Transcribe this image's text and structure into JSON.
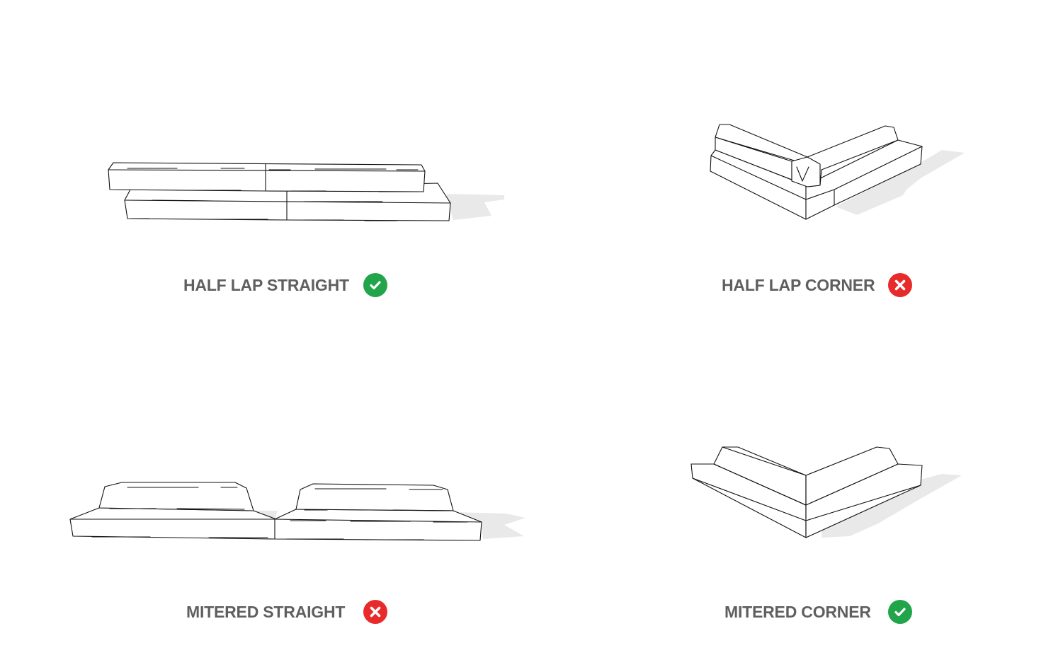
{
  "joints": [
    {
      "label": "HALF LAP STRAIGHT",
      "status": "ok",
      "status_icon": "check-icon",
      "status_color": "#21a44a"
    },
    {
      "label": "HALF LAP CORNER",
      "status": "no",
      "status_icon": "cross-icon",
      "status_color": "#e82a2a"
    },
    {
      "label": "MITERED STRAIGHT",
      "status": "no",
      "status_icon": "cross-icon",
      "status_color": "#e82a2a"
    },
    {
      "label": "MITERED CORNER",
      "status": "ok",
      "status_icon": "check-icon",
      "status_color": "#21a44a"
    }
  ]
}
